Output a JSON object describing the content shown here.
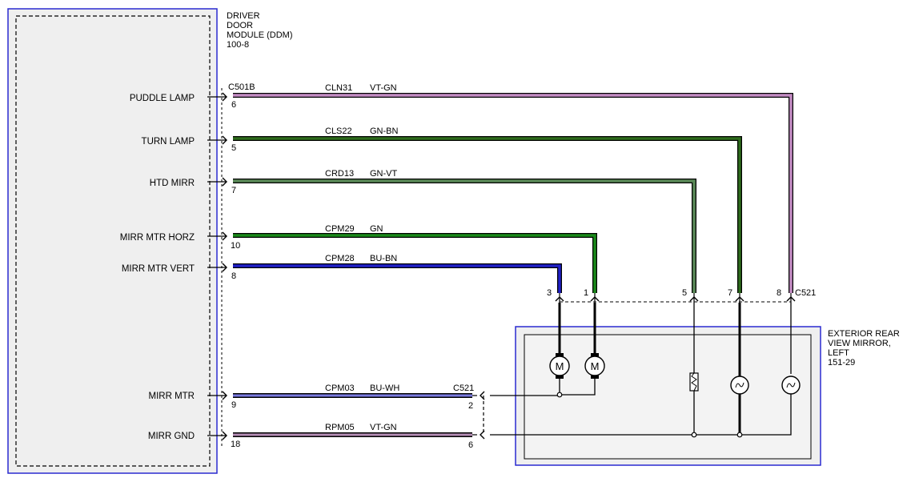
{
  "ddm": {
    "title_lines": [
      "DRIVER",
      "DOOR",
      "MODULE (DDM)",
      "100-8"
    ]
  },
  "mirror": {
    "title_lines": [
      "EXTERIOR REAR",
      "VIEW MIRROR,",
      "LEFT",
      "151-29"
    ]
  },
  "connectors": {
    "ddm": "C501B",
    "mirror_top": "C521",
    "mirror_left": "C521"
  },
  "circuits": [
    {
      "id": "puddle",
      "signal": "PUDDLE LAMP",
      "ddm_pin": "6",
      "circuit": "CLN31",
      "color": "VT-GN",
      "mirror_pin": "8",
      "color_hex": "#c48cc4"
    },
    {
      "id": "turn",
      "signal": "TURN LAMP",
      "ddm_pin": "5",
      "circuit": "CLS22",
      "color": "GN-BN",
      "mirror_pin": "7",
      "color_hex": "#2e6b1c"
    },
    {
      "id": "htd",
      "signal": "HTD MIRR",
      "ddm_pin": "7",
      "circuit": "CRD13",
      "color": "GN-VT",
      "mirror_pin": "5",
      "color_hex": "#3e7a3c"
    },
    {
      "id": "horz",
      "signal": "MIRR MTR HORZ",
      "ddm_pin": "10",
      "circuit": "CPM29",
      "color": "GN",
      "mirror_pin": "1",
      "color_hex": "#1a8a1a"
    },
    {
      "id": "vert",
      "signal": "MIRR MTR VERT",
      "ddm_pin": "8",
      "circuit": "CPM28",
      "color": "BU-BN",
      "mirror_pin": "3",
      "color_hex": "#2020c8"
    },
    {
      "id": "mtr",
      "signal": "MIRR MTR",
      "ddm_pin": "9",
      "circuit": "CPM03",
      "color": "BU-WH",
      "mirror_pin": "2",
      "color_hex": "#3a3ad0"
    },
    {
      "id": "gnd",
      "signal": "MIRR GND",
      "ddm_pin": "18",
      "circuit": "RPM05",
      "color": "VT-GN",
      "mirror_pin": "6",
      "color_hex": "#b48cb4"
    }
  ],
  "motor_symbol": "M",
  "colors": {
    "module_border": "#2a2ad0",
    "module_fill": "#efefef",
    "wire_outline": "#000000"
  }
}
